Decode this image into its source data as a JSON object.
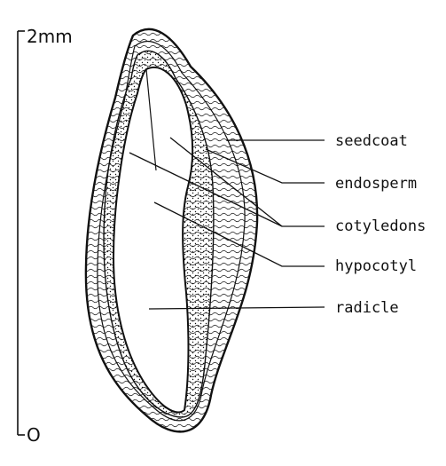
{
  "scale": {
    "top_label": "2mm",
    "bottom_label": "O"
  },
  "labels": {
    "seedcoat": "seedcoat",
    "endosperm": "endosperm",
    "cotyledons": "cotyledons",
    "hypocotyl": "hypocotyl",
    "radicle": "radicle"
  },
  "colors": {
    "ink": "#111111",
    "paper": "#ffffff"
  }
}
